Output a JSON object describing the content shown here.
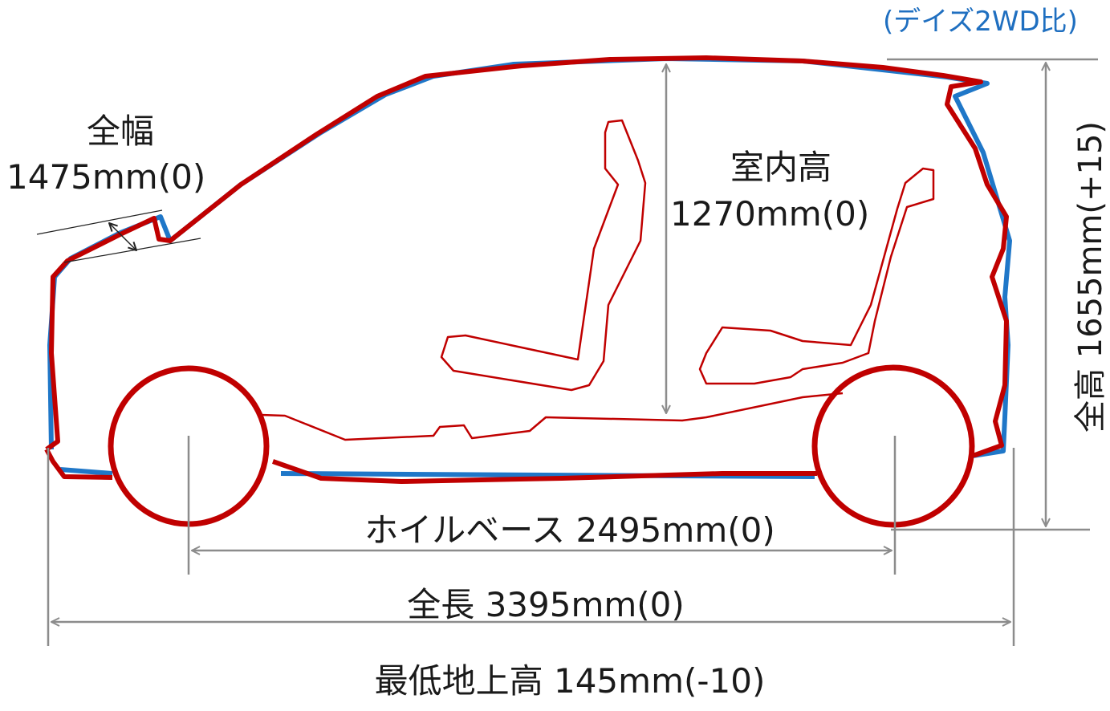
{
  "comparison_note": "(デイズ2WD比)",
  "width": {
    "title": "全幅",
    "value": "1475mm(0)"
  },
  "interior_height": {
    "title": "室内高",
    "value": "1270mm(0)"
  },
  "overall_height": "全高 1655mm(+15)",
  "wheelbase": "ホイルベース 2495mm(0)",
  "overall_length": "全長 3395mm(0)",
  "ground_clearance": "最低地上高 145mm(-10)",
  "colors": {
    "new_model_outline": "#c00000",
    "reference_outline": "#1f77c8",
    "dimension_lines": "#8c8c8c",
    "note_text": "#1f6fc0"
  }
}
